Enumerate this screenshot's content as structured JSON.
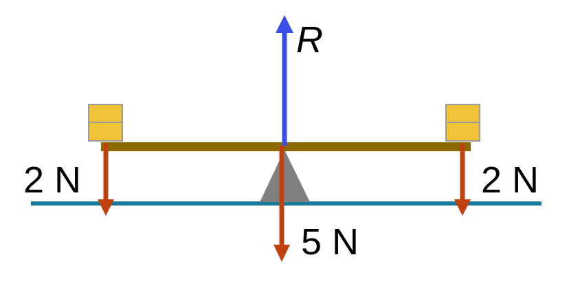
{
  "labels": {
    "reaction": "R",
    "left_weight": "2 N",
    "right_weight": "2 N",
    "beam_weight": "5 N"
  },
  "colors": {
    "ground": "#1a7a9c",
    "beam": "#8a6a00",
    "pivot": "#808080",
    "block_fill": "#f0c338",
    "block_stroke": "#9b9b9b",
    "reaction_arrow": "#3a4fe8",
    "weight_arrow": "#c0410e"
  }
}
